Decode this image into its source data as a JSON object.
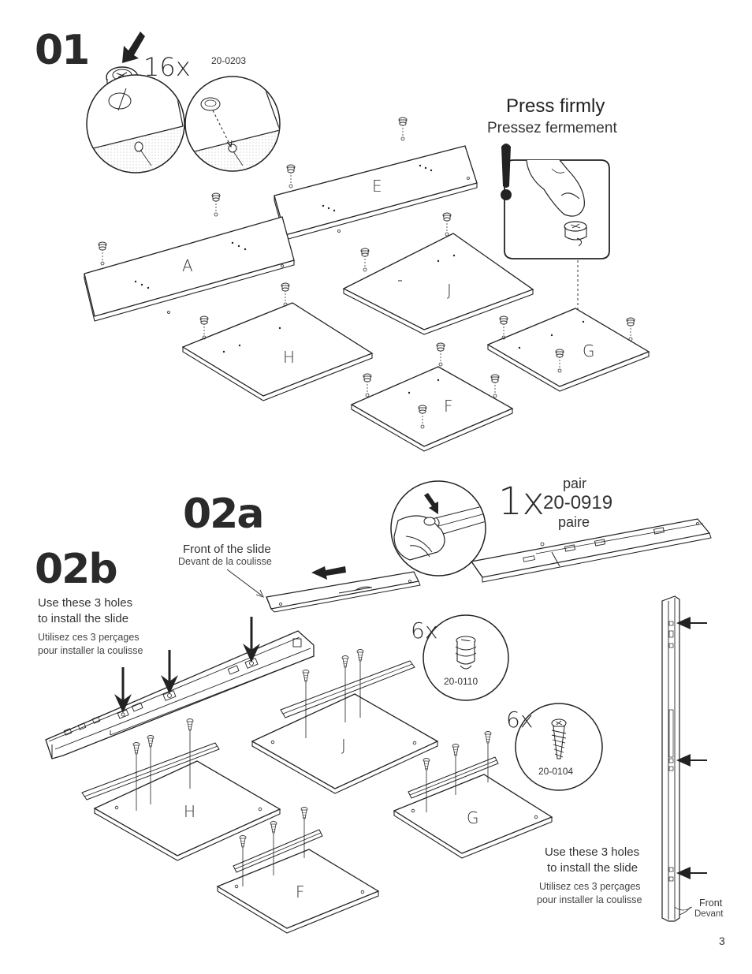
{
  "page": {
    "number": "3"
  },
  "step01": {
    "number": "01",
    "quantity": "16x",
    "part_code": "20-0203",
    "press_en": "Press firmly",
    "press_fr": "Pressez fermement",
    "panels": [
      "A",
      "E",
      "J",
      "H",
      "F",
      "G"
    ]
  },
  "step02a": {
    "number": "02a",
    "front_en": "Front of the slide",
    "front_fr": "Devant de la coulisse",
    "quantity": "1x",
    "pair_en": "pair",
    "part_code": "20-0919",
    "pair_fr": "paire"
  },
  "step02b": {
    "number": "02b",
    "holes_en_1": "Use these 3 holes",
    "holes_en_2": "to install the slide",
    "holes_fr_1": "Utilisez ces 3 perçages",
    "holes_fr_2": "pour installer la coulisse",
    "cam_qty": "6x",
    "cam_code": "20-0110",
    "screw_qty": "6x",
    "screw_code": "20-0104",
    "panels": [
      "J",
      "H",
      "G",
      "F"
    ],
    "right_en_1": "Use these 3 holes",
    "right_en_2": "to install the slide",
    "right_fr_1": "Utilisez ces 3 perçages",
    "right_fr_2": "pour installer la coulisse",
    "front_en": "Front",
    "front_fr": "Devant"
  }
}
